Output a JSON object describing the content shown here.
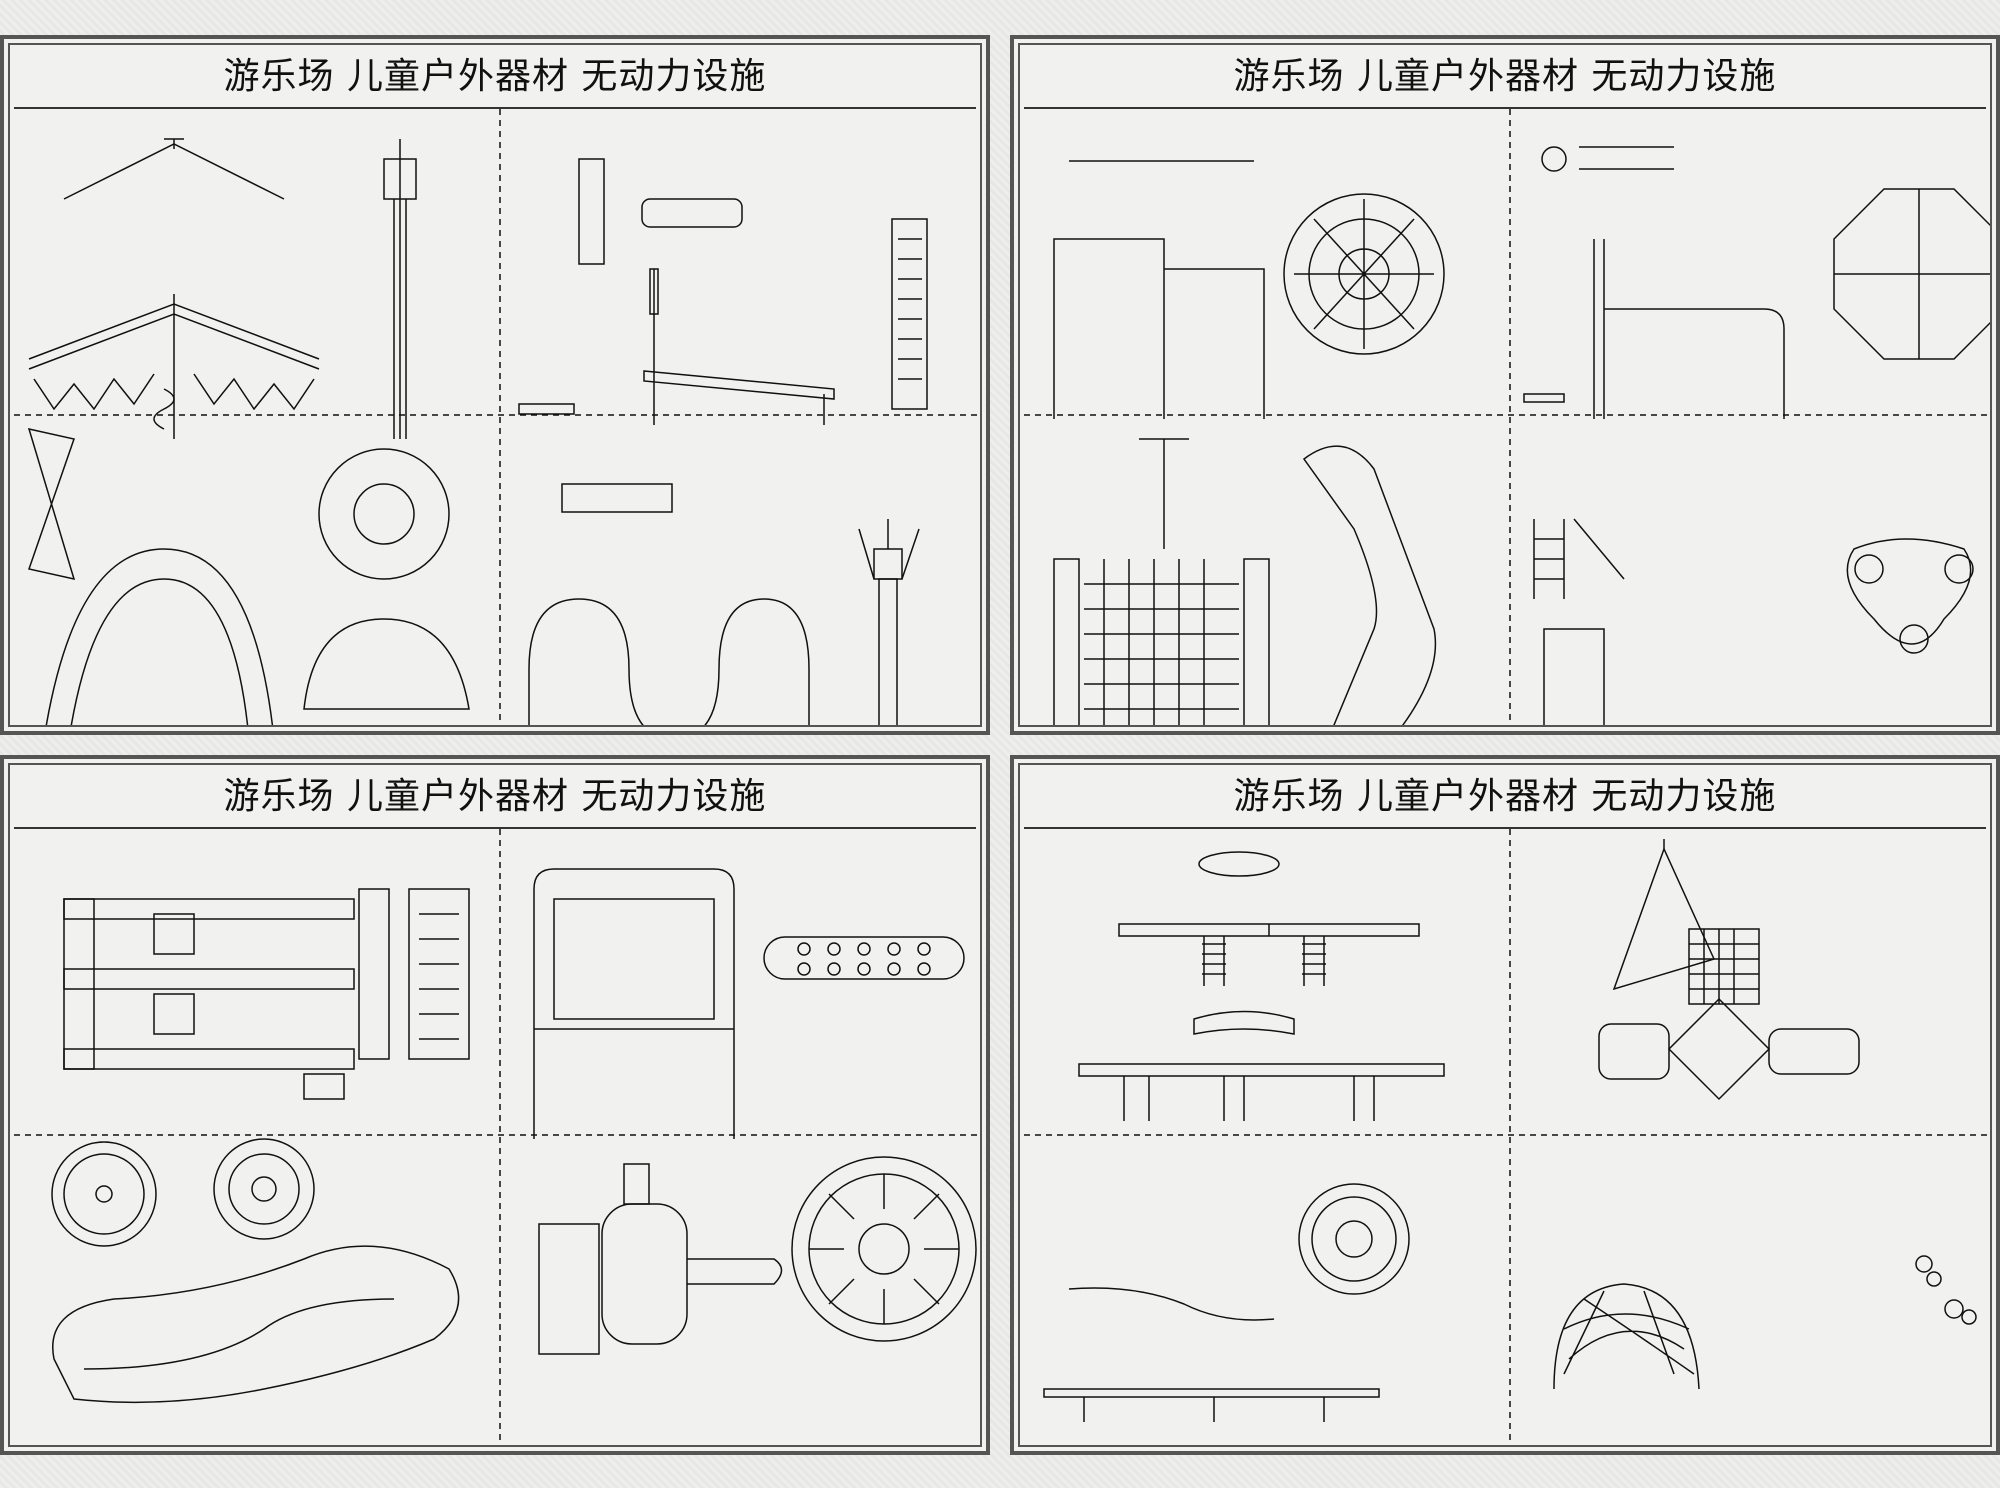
{
  "panels": [
    {
      "title": "游乐场 儿童户外器材 无动力设施"
    },
    {
      "title": "游乐场 儿童户外器材 无动力设施"
    },
    {
      "title": "游乐场 儿童户外器材 无动力设施"
    },
    {
      "title": "游乐场 儿童户外器材 无动力设施"
    }
  ],
  "colors": {
    "line": "#111111",
    "frame": "#555555",
    "paper": "#f1f1ef",
    "background": "#ececea"
  }
}
